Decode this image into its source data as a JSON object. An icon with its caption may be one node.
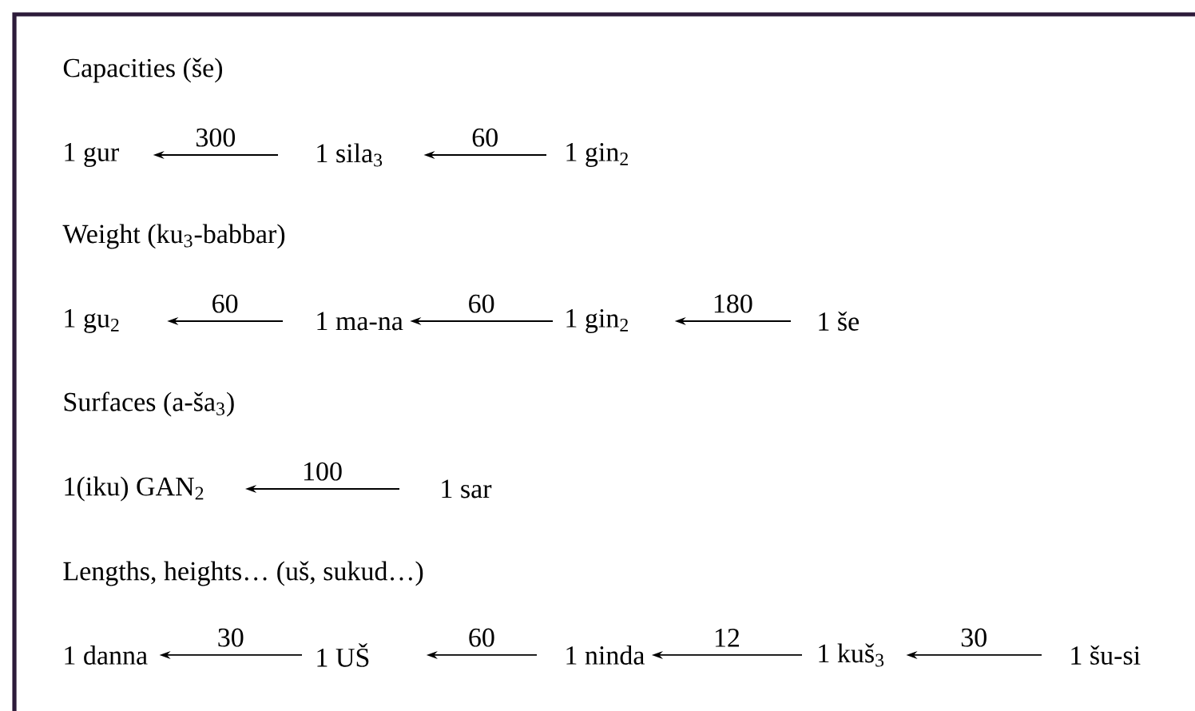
{
  "diagram": {
    "nodes": [
      {
        "text": [
          "1 gur"
        ]
      },
      {
        "text": [
          "1 sila$_{3}$"
        ]
      },
      {
        "text": [
          "1 gin$_{2}$"
        ]
      },
      {
        "text": [
          "1 gu$_{2}$"
        ]
      },
      {
        "text": [
          "1 ma-na"
        ]
      },
      {
        "text": [
          "1 gin$_{2}$"
        ]
      },
      {
        "text": [
          "1 še"
        ]
      },
      {
        "text": [
          "1(iku) GAN$_{2}$"
        ]
      },
      {
        "text": [
          "1 sar"
        ]
      },
      {
        "text": [
          "1 danna"
        ]
      },
      {
        "text": [
          "1 UŠ"
        ]
      },
      {
        "text": [
          "1 ninda"
        ]
      },
      {
        "text": [
          "1 kuš$_{3}$"
        ]
      },
      {
        "text": [
          "1 šu-si"
        ]
      }
    ],
    "edges": [
      {
        "from": 1,
        "to": 0,
        "arrow": "to",
        "label": "300"
      },
      {
        "from": 2,
        "to": 1,
        "arrow": "to",
        "label": "60"
      },
      {
        "from": 4,
        "to": 3,
        "arrow": "to",
        "label": "60"
      },
      {
        "from": 5,
        "to": 4,
        "arrow": "to",
        "label": "60"
      },
      {
        "from": 6,
        "to": 5,
        "arrow": "to",
        "label": "180"
      },
      {
        "from": 8,
        "to": 7,
        "arrow": "to",
        "label": "100"
      },
      {
        "from": 10,
        "to": 9,
        "arrow": "to",
        "label": "30"
      },
      {
        "from": 11,
        "to": 10,
        "arrow": "to",
        "label": "60"
      },
      {
        "from": 12,
        "to": 11,
        "arrow": "to",
        "label": "12"
      },
      {
        "from": 13,
        "to": 12,
        "arrow": "to",
        "label": "30"
      }
    ],
    "labels": [
      "Capacities (še)",
      "Weight (ku$_{3}$-babbar)",
      "Surfaces (a-ša$_{3}$)",
      "Lengths, heights… (uš, sukud…)"
    ]
  }
}
